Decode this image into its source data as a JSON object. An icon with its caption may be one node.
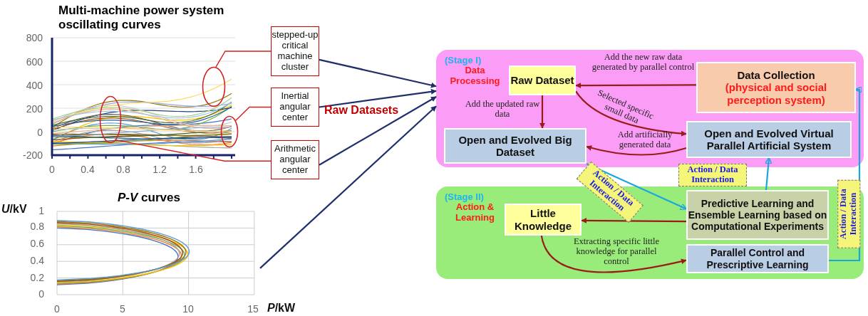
{
  "diagram": {
    "nodes": [
      {
        "text": [
          "Multi-machine power system oscillating curves"
        ]
      },
      {
        "text": [],
        "shape": "circle",
        "in": 0
      },
      {
        "text": [],
        "shape": "circle",
        "in": 0
      },
      {
        "text": [],
        "shape": "circle",
        "in": 0
      },
      {
        "text": [
          "stepped-up critical machine cluster"
        ]
      },
      {
        "text": [
          "Inertial angular center"
        ]
      },
      {
        "text": [
          "Arithmetic angular center"
        ]
      },
      {
        "text": [
          "*P*-*V* curves"
        ]
      },
      {
        "text": [
          "(Stage I)",
          "Data Processing"
        ]
      },
      {
        "text": [
          "Raw Dataset"
        ],
        "in": 8
      },
      {
        "text": [
          "Data Collection",
          "(physical and social perception system)"
        ],
        "in": 8
      },
      {
        "text": [
          "Open and Evolved Big Dataset"
        ],
        "in": 8
      },
      {
        "text": [
          "Open and Evolved Virtual Parallel Artificial System"
        ],
        "in": 8
      },
      {
        "text": [
          "(Stage II)",
          "Action & Learning"
        ]
      },
      {
        "text": [
          "Little Knowledge"
        ],
        "in": 13
      },
      {
        "text": [
          "Predictive Learning and Ensemble Learning based on Computational Experiments"
        ],
        "in": 13
      },
      {
        "text": [
          "Parallel Control and Prescriptive Learning"
        ],
        "in": 13
      }
    ],
    "edges": [
      {
        "from": 4,
        "to": 8,
        "arrow": "to",
        "color": "#1f2f6b"
      },
      {
        "from": 5,
        "to": 8,
        "arrow": "to",
        "color": "#1f2f6b"
      },
      {
        "from": 6,
        "to": 8,
        "arrow": "to",
        "color": "#1f2f6b"
      },
      {
        "from": 7,
        "to": 8,
        "arrow": "to",
        "color": "#1f2f6b"
      },
      {
        "from": 4,
        "to": 2,
        "arrow": "none",
        "color": "#d42020"
      },
      {
        "from": 5,
        "to": 3,
        "arrow": "none",
        "color": "#d42020"
      },
      {
        "from": 6,
        "to": 1,
        "arrow": "none",
        "color": "#d42020"
      },
      {
        "from": 10,
        "to": 9,
        "arrow": "to",
        "label": "Add the new raw data generated by parallel control",
        "color": "#9b1b1b"
      },
      {
        "from": 9,
        "to": 11,
        "arrow": "to",
        "label": "Add the updated raw data",
        "color": "#9b1b1b"
      },
      {
        "from": 9,
        "to": 12,
        "arrow": "to",
        "label": "Selected specific small data",
        "color": "#9b1b1b"
      },
      {
        "from": 12,
        "to": 11,
        "arrow": "to",
        "label": "Add artificially generated data",
        "color": "#9b1b1b"
      },
      {
        "from": 15,
        "to": 14,
        "arrow": "to",
        "color": "#9b1b1b"
      },
      {
        "from": 14,
        "to": 16,
        "arrow": "to",
        "label": "Extracting specific little knowledge for parallel control",
        "color": "#9b1b1b"
      },
      {
        "from": 11,
        "to": 15,
        "arrow": "to",
        "label": "Action / Data Interaction",
        "color": "#1aa7e0"
      },
      {
        "from": 15,
        "to": 12,
        "arrow": "to",
        "label": "Action / Data Interaction",
        "color": "#1aa7e0"
      },
      {
        "from": 16,
        "to": 10,
        "arrow": "to",
        "label": "Action / Data Interaction",
        "color": "#1aa7e0"
      }
    ],
    "labels": [
      "800",
      "600",
      "400",
      "200",
      "0",
      "-200",
      "0",
      "0.4",
      "0.8",
      "1.2",
      "1.6",
      "Raw Datasets",
      "*U*/kV",
      "1",
      "0.8",
      "0.6",
      "0.4",
      "0.2",
      "0",
      "0",
      "5",
      "10",
      "15",
      "*P*/kW"
    ]
  }
}
